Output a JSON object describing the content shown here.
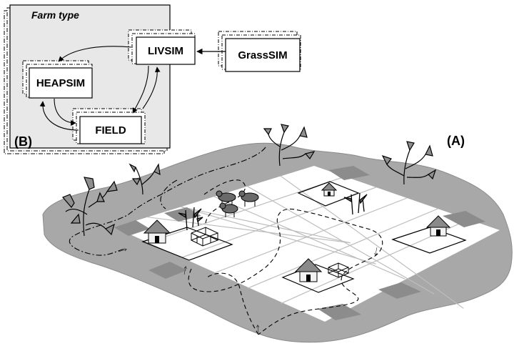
{
  "panel_b": {
    "tag": "(B)",
    "title": "Farm type",
    "modules": {
      "livsim": "LIVSIM",
      "heapsim": "HEAPSIM",
      "field": "FIELD"
    }
  },
  "external_module": "GrassSIM",
  "panel_a": {
    "tag": "(A)"
  },
  "colors": {
    "landscape": "#a8a8a8",
    "panel_bg": "#e8e8e8",
    "field_shade": "#8c8c8c",
    "grid_line": "#bdbdbd",
    "tree_leaf": "#8f8f8f"
  },
  "icons": [
    "tree-icon",
    "hut-icon",
    "cattle-icon",
    "maize-icon",
    "fence-icon",
    "dung-heap-icon"
  ]
}
